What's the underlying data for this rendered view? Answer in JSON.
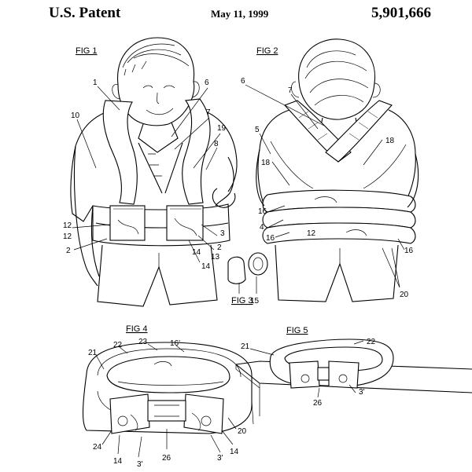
{
  "header": {
    "patent_label": "U.S. Patent",
    "date": "May 11, 1999",
    "patent_number": "5,901,666"
  },
  "figures": {
    "fig1": "FIG 1",
    "fig2": "FIG 2",
    "fig3": "FIG 3",
    "fig4": "FIG 4",
    "fig5": "FIG 5"
  },
  "labels": {
    "fig1": [
      "1",
      "6",
      "7",
      "19",
      "8",
      "10",
      "12",
      "12",
      "2",
      "3",
      "2",
      "13",
      "14",
      "14"
    ],
    "fig2": [
      "6",
      "7",
      "5",
      "18",
      "18",
      "16",
      "4",
      "16",
      "12",
      "16",
      "20"
    ],
    "fig3": [
      "15"
    ],
    "fig4": [
      "21",
      "22",
      "23",
      "16'",
      "24",
      "14",
      "3'",
      "26",
      "3'",
      "14",
      "20"
    ],
    "fig5": [
      "21",
      "22",
      "26",
      "3'"
    ]
  }
}
